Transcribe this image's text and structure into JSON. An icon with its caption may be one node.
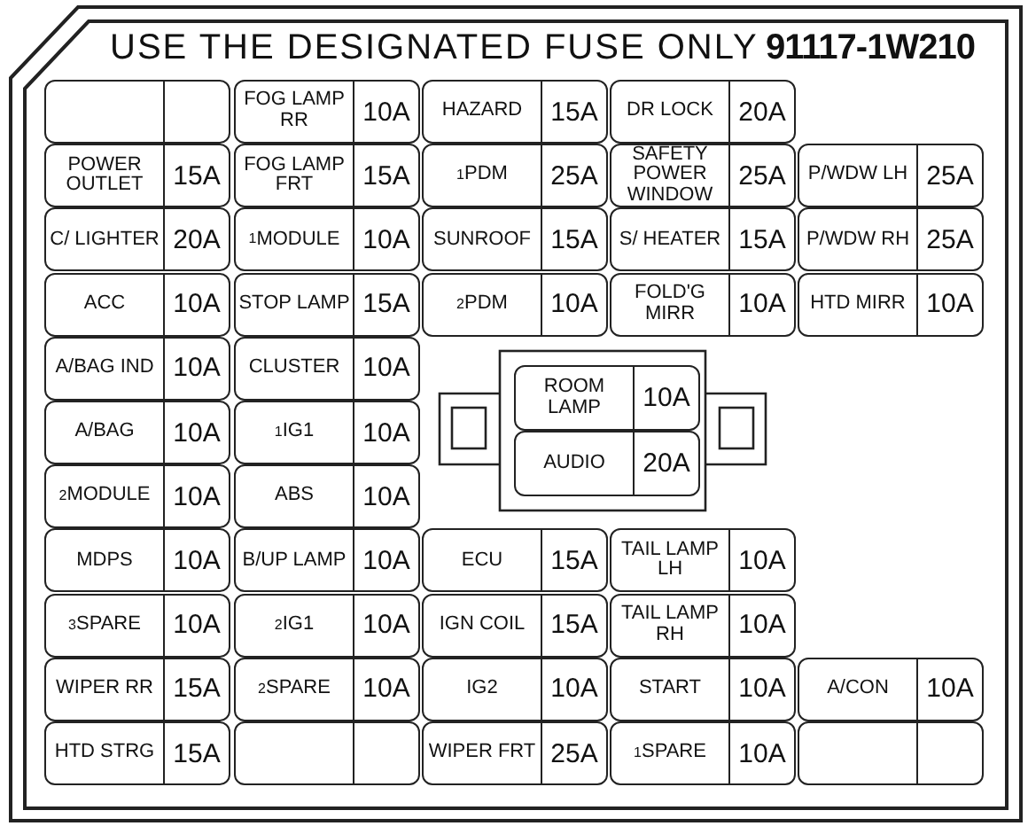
{
  "diagram": {
    "nodes": [
      {
        "text": [],
        "shape": "box"
      },
      {
        "text": [
          "FOG LAMP RR",
          "10A"
        ]
      },
      {
        "text": [
          "HAZARD",
          "15A"
        ]
      },
      {
        "text": [
          "DR LOCK",
          "20A"
        ]
      },
      {
        "text": [
          "POWER OUTLET",
          "15A"
        ]
      },
      {
        "text": [
          "FOG LAMP FRT",
          "15A"
        ]
      },
      {
        "text": [
          "$^{1}$PDM",
          "25A"
        ]
      },
      {
        "text": [
          "SAFETY POWER WINDOW",
          "25A"
        ]
      },
      {
        "text": [
          "P/WDW LH",
          "25A"
        ]
      },
      {
        "text": [
          "C/ LIGHTER",
          "20A"
        ]
      },
      {
        "text": [
          "$^{1}$MODULE",
          "10A"
        ]
      },
      {
        "text": [
          "SUNROOF",
          "15A"
        ]
      },
      {
        "text": [
          "S/ HEATER",
          "15A"
        ]
      },
      {
        "text": [
          "P/WDW RH",
          "25A"
        ]
      },
      {
        "text": [
          "ACC",
          "10A"
        ]
      },
      {
        "text": [
          "STOP LAMP",
          "15A"
        ]
      },
      {
        "text": [
          "$^{2}$PDM",
          "10A"
        ]
      },
      {
        "text": [
          "FOLD'G MIRR",
          "10A"
        ]
      },
      {
        "text": [
          "HTD MIRR",
          "10A"
        ]
      },
      {
        "text": [
          "A/BAG IND",
          "10A"
        ]
      },
      {
        "text": [
          "CLUSTER",
          "10A"
        ]
      },
      {
        "text": [
          "ROOM LAMP",
          "10A"
        ]
      },
      {
        "text": [
          "A/BAG",
          "10A"
        ]
      },
      {
        "text": [
          "$^{1}$IG1",
          "10A"
        ]
      },
      {
        "text": [
          "AUDIO",
          "20A"
        ]
      },
      {
        "text": [
          "$^{2}$MODULE",
          "10A"
        ]
      },
      {
        "text": [
          "ABS",
          "10A"
        ]
      },
      {
        "text": [
          "MDPS",
          "10A"
        ]
      },
      {
        "text": [
          "B/UP LAMP",
          "10A"
        ]
      },
      {
        "text": [
          "ECU",
          "15A"
        ]
      },
      {
        "text": [
          "TAIL LAMP LH",
          "10A"
        ]
      },
      {
        "text": [
          "$^{3}$SPARE",
          "10A"
        ]
      },
      {
        "text": [
          "$^{2}$IG1",
          "10A"
        ]
      },
      {
        "text": [
          "IGN COIL",
          "15A"
        ]
      },
      {
        "text": [
          "TAIL LAMP RH",
          "10A"
        ]
      },
      {
        "text": [
          "WIPER RR",
          "15A"
        ]
      },
      {
        "text": [
          "$^{2}$SPARE",
          "10A"
        ]
      },
      {
        "text": [
          "IG2",
          "10A"
        ]
      },
      {
        "text": [
          "START",
          "10A"
        ]
      },
      {
        "text": [
          "A/CON",
          "10A"
        ]
      },
      {
        "text": [
          "HTD STRG",
          "15A"
        ]
      },
      {
        "text": [],
        "shape": "box"
      },
      {
        "text": [
          "WIPER FRT",
          "25A"
        ]
      },
      {
        "text": [
          "$^{1}$SPARE",
          "10A"
        ]
      },
      {
        "text": [],
        "shape": "box"
      }
    ],
    "labels": [
      "USE THE DESIGNATED FUSE ONLY",
      "91117-1W210"
    ]
  }
}
